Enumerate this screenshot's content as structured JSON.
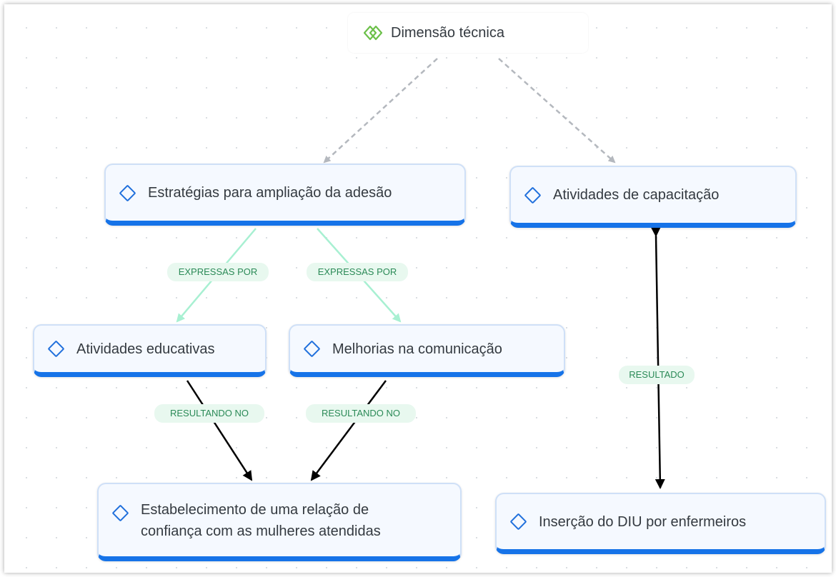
{
  "root": {
    "label": "Dimensão técnica",
    "icon": "double-diamond-icon",
    "icon_color": "#6cc04a"
  },
  "nodes": {
    "estrategias": "Estratégias para ampliação da adesão",
    "capacitacao": "Atividades de capacitação",
    "educativas": "Atividades educativas",
    "comunicacao": "Melhorias na comunicação",
    "confianca_line1": "Estabelecimento de uma relação de",
    "confianca_line2": "confiança com as mulheres atendidas",
    "insercao": "Inserção do DIU por enfermeiros"
  },
  "edge_labels": {
    "expressas_1": "EXPRESSAS POR",
    "expressas_2": "EXPRESSAS POR",
    "resultando_1": "RESULTANDO NO",
    "resultando_2": "RESULTANDO NO",
    "resultado": "RESULTADO"
  },
  "colors": {
    "accent": "#1673e8",
    "node_bg": "#f5f9ff",
    "edge_label_bg": "#e8f8ef",
    "edge_label_text": "#2b8a57",
    "dashed_edge": "#b4b8be",
    "green_edge": "#a8f0d2",
    "black_edge": "#000000"
  }
}
